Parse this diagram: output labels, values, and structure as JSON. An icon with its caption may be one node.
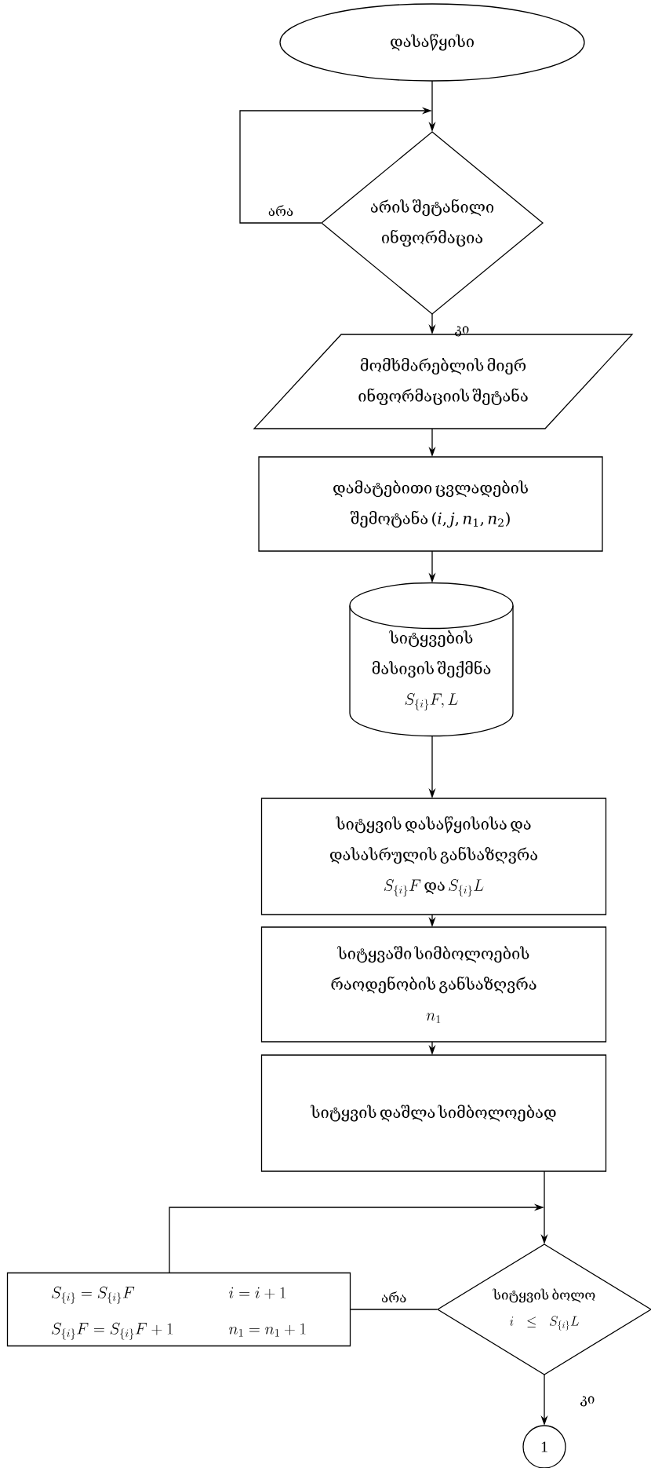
{
  "diagram": {
    "nodes": [
      {
        "text": [
          "დასაწყისი"
        ]
      },
      {
        "text": [
          "არის შეტანილი ინფორმაცია"
        ]
      },
      {
        "text": [
          "მომხმარებლის მიერ ინფორმაციის შეტანა"
        ]
      },
      {
        "text": [
          "დამატებითი ცვლადების შემოტანა (*i*, *j*, *n*$_{1}$, *n*$_{2}$)"
        ]
      },
      {
        "text": [
          "სიტყვების მასივის შექმნა",
          "S_{\\{i\\}}F,L"
        ]
      },
      {
        "text": [
          "სიტყვის დასაწყისისა და დასასრულის განსაზღვრა",
          "S_{\\{i\\}}F\\text{ და }S_{\\{i\\}}L"
        ]
      },
      {
        "text": [
          "სიტყვაში სიმბოლოების რაოდენობის განსაზღვრა",
          "n_1"
        ]
      },
      {
        "text": [
          "სიტყვის დაშლა სიმბოლოებად"
        ]
      },
      {
        "text": [
          "სიტყვის ბოლო",
          "i\\le S_{\\{i\\}}L"
        ]
      },
      {
        "text": [
          "S_{\\{i\\}}=S_{\\{i\\}}F",
          "i=i+1",
          "S_{\\{i\\}}F=S_{\\{i\\}}F+1",
          "n_1=n_1+1"
        ]
      },
      {
        "text": [
          "1"
        ]
      }
    ],
    "edges": [
      {
        "from": 0,
        "to": 1,
        "arrow": "to"
      },
      {
        "from": 1,
        "to": 1,
        "arrow": "to",
        "label": "არა"
      },
      {
        "from": 1,
        "to": 2,
        "arrow": "to",
        "label": "კი"
      },
      {
        "from": 2,
        "to": 3,
        "arrow": "to"
      },
      {
        "from": 3,
        "to": 4,
        "arrow": "to"
      },
      {
        "from": 4,
        "to": 5,
        "arrow": "to"
      },
      {
        "from": 5,
        "to": 6,
        "arrow": "to"
      },
      {
        "from": 6,
        "to": 7,
        "arrow": "to"
      },
      {
        "from": 7,
        "to": 8,
        "arrow": "to"
      },
      {
        "from": 8,
        "to": 9,
        "arrow": "none",
        "label": "არა"
      },
      {
        "from": 9,
        "to": 8,
        "arrow": "to"
      },
      {
        "from": 8,
        "to": 10,
        "arrow": "to",
        "label": "კი"
      }
    ]
  }
}
